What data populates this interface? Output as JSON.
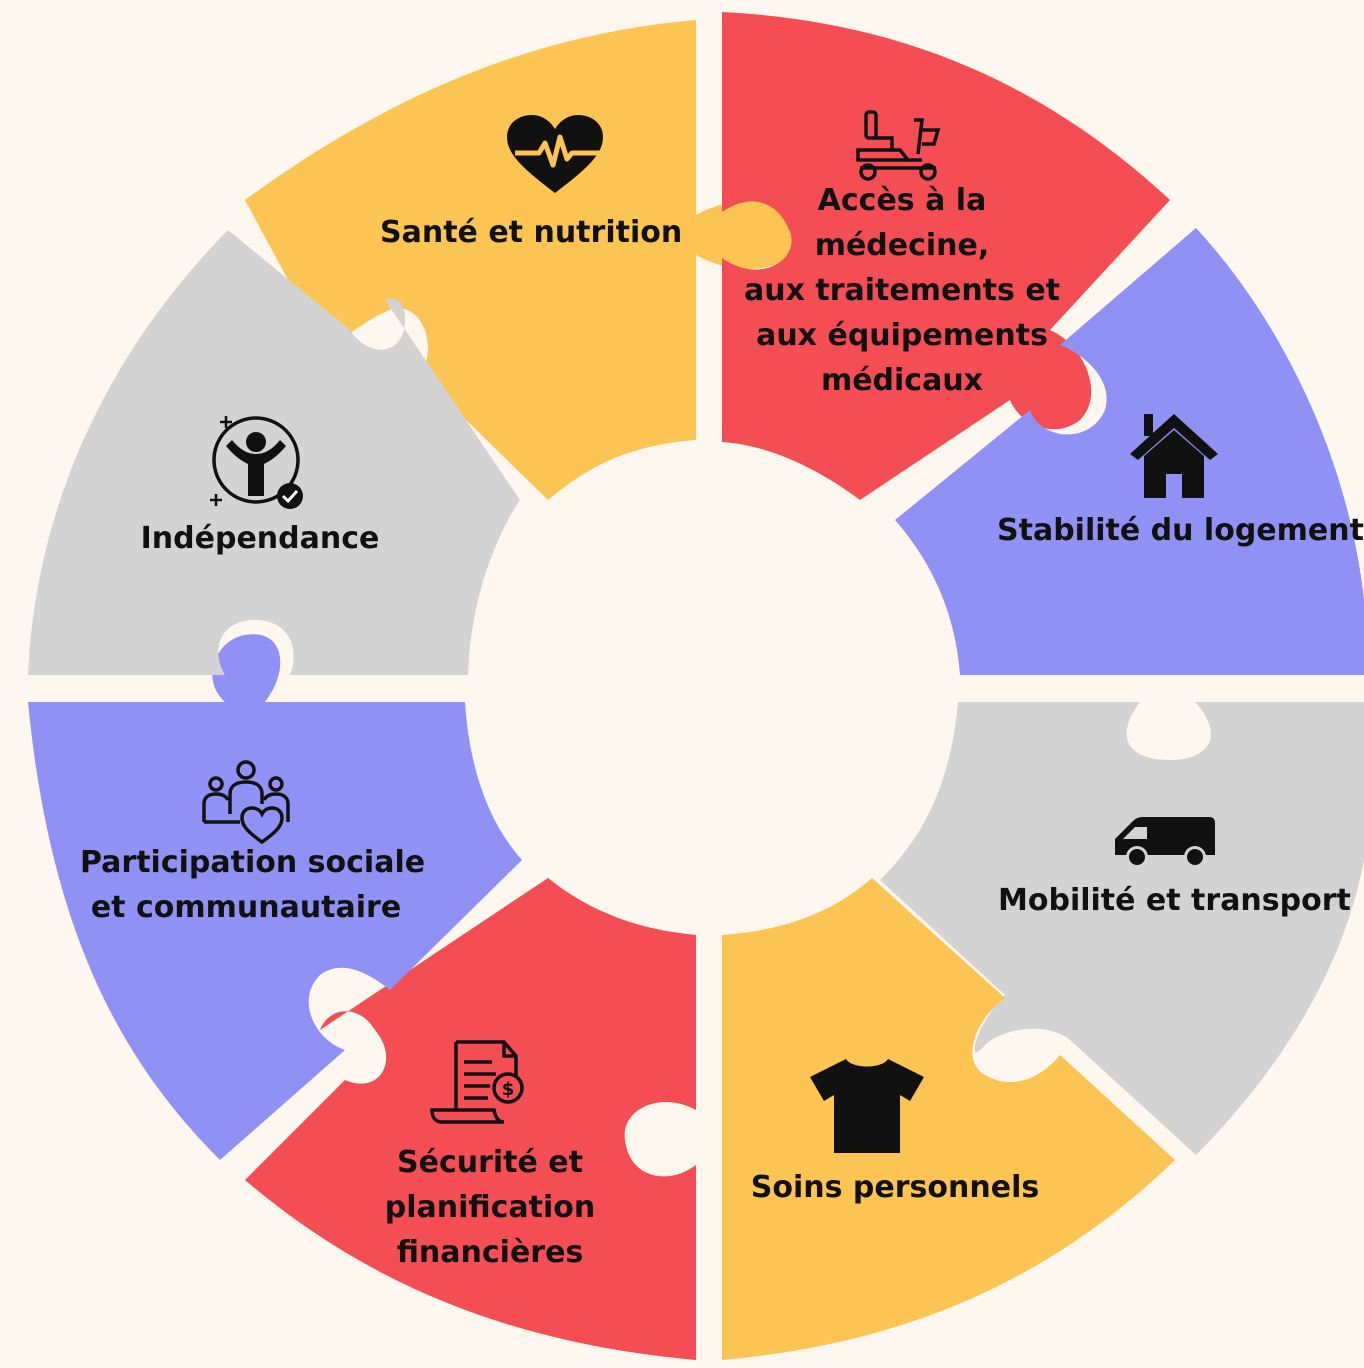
{
  "colors": {
    "background": "#fdf7ef",
    "yellow": "#fbc453",
    "red": "#f44d54",
    "purple": "#8f92f4",
    "gray": "#d3d3d3",
    "ink": "#111111"
  },
  "segments": [
    {
      "id": "sante",
      "color": "yellow",
      "icon": "heartbeat-icon",
      "lines": [
        "Santé et nutrition"
      ]
    },
    {
      "id": "medecine",
      "color": "red",
      "icon": "mobility-scooter-icon",
      "lines": [
        "Accès à la",
        "médecine,",
        "aux traitements et",
        "aux équipements",
        "médicaux"
      ]
    },
    {
      "id": "logement",
      "color": "purple",
      "icon": "house-icon",
      "lines": [
        "Stabilité du logement"
      ]
    },
    {
      "id": "mobilite",
      "color": "gray",
      "icon": "van-icon",
      "lines": [
        "Mobilité et transport"
      ]
    },
    {
      "id": "soins",
      "color": "yellow",
      "icon": "tshirt-icon",
      "lines": [
        "Soins personnels"
      ]
    },
    {
      "id": "securite",
      "color": "red",
      "icon": "invoice-dollar-icon",
      "lines": [
        "Sécurité et",
        "planification",
        "financières"
      ]
    },
    {
      "id": "participation",
      "color": "purple",
      "icon": "community-heart-icon",
      "lines": [
        "Participation sociale",
        "et communautaire"
      ]
    },
    {
      "id": "independance",
      "color": "gray",
      "icon": "independence-person-icon",
      "lines": [
        "Indépendance"
      ]
    }
  ]
}
